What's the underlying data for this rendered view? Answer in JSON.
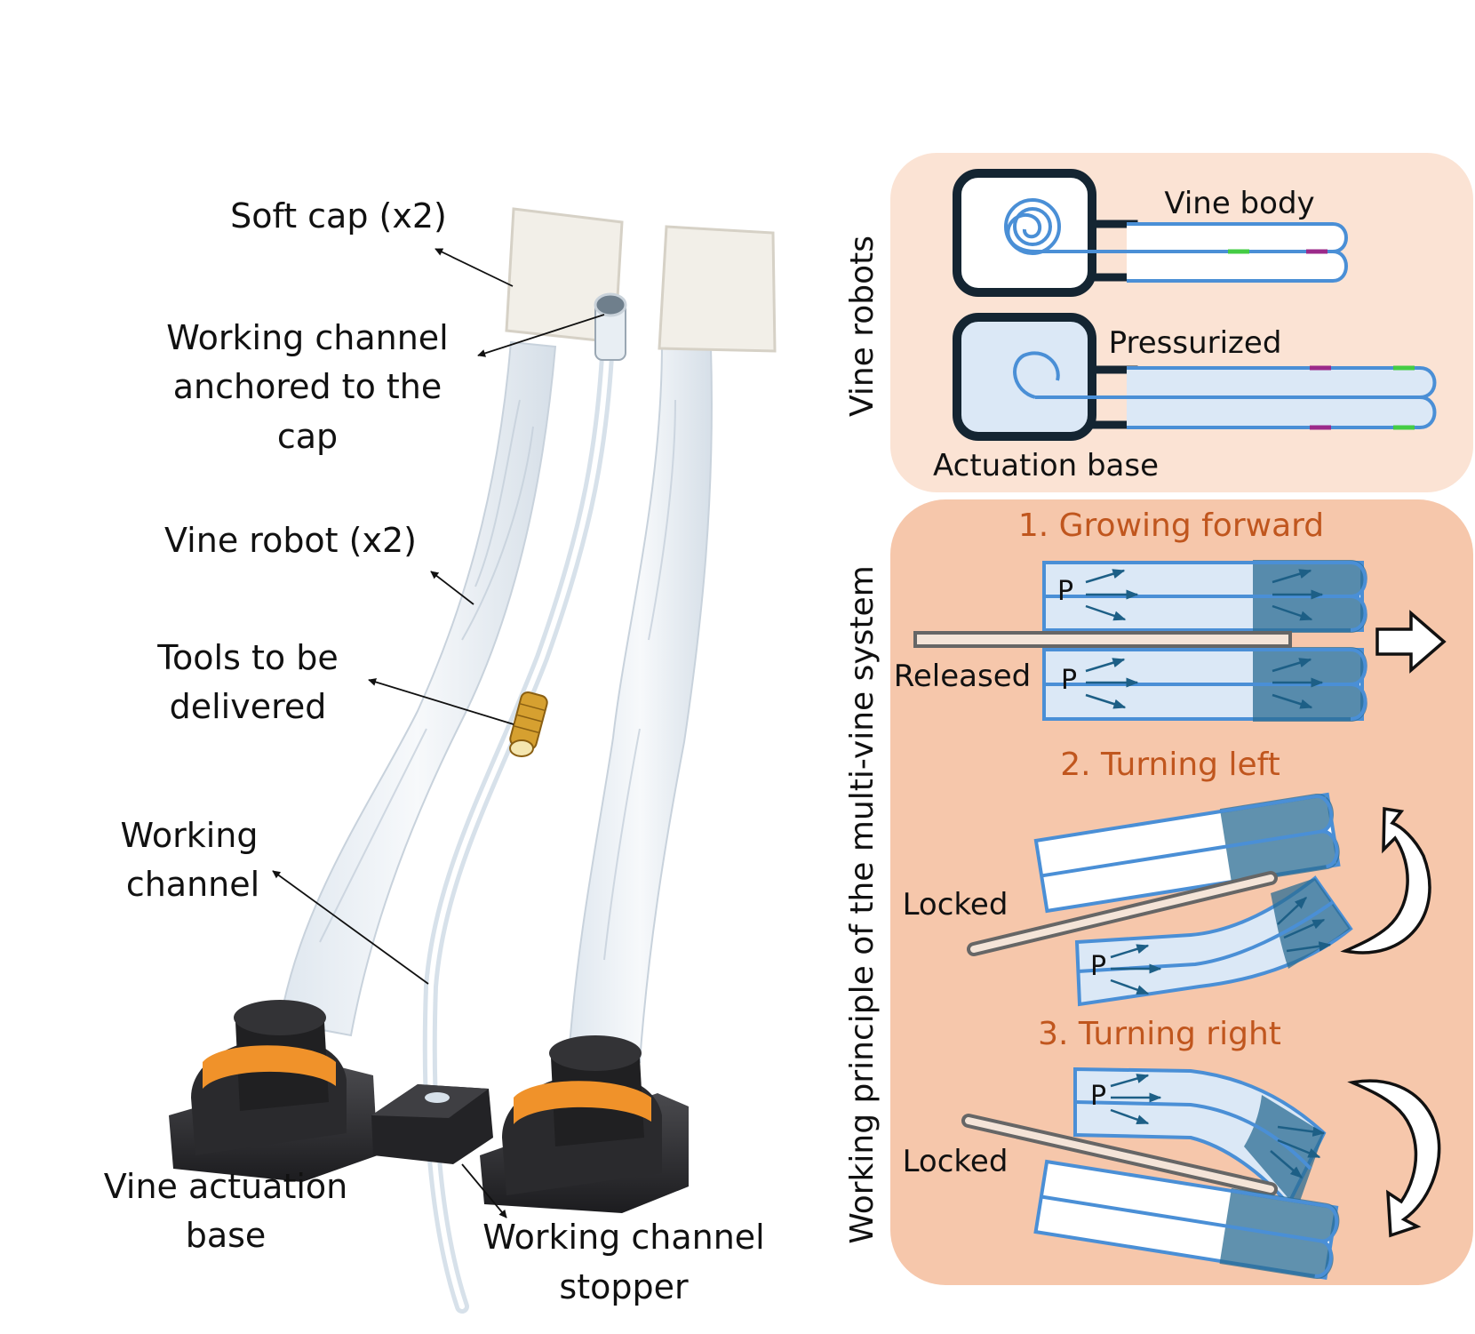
{
  "left_panel": {
    "callouts": {
      "soft_cap": "Soft cap (x2)",
      "anchored_line1": "Working channel",
      "anchored_line2": "anchored to the",
      "anchored_line3": "cap",
      "vine_robot": "Vine robot (x2)",
      "tools_line1": "Tools to be",
      "tools_line2": "delivered",
      "channel_line1": "Working",
      "channel_line2": "channel",
      "base_line1": "Vine actuation",
      "base_line2": "base",
      "stopper_line1": "Working channel",
      "stopper_line2": "stopper"
    }
  },
  "vine_robots_panel": {
    "side_title": "Vine robots",
    "vine_body": "Vine body",
    "pressurized": "Pressurized",
    "actuation_base": "Actuation base"
  },
  "principle_panel": {
    "side_title": "Working principle of the multi-vine system",
    "step1": "1. Growing forward",
    "step2": "2. Turning left",
    "step3": "3. Turning right",
    "released": "Released",
    "locked_a": "Locked",
    "locked_b": "Locked",
    "pressure_symbol": "P"
  },
  "colors": {
    "top_panel_bg": "#fbe3d4",
    "bottom_panel_bg": "#f6c7ab",
    "vine_outline": "#4a8fd6",
    "vine_fill": "#dbe8f6",
    "tip_shade": "#2b6c93",
    "step_title": "#c0561e",
    "marker_green": "#44cc44",
    "marker_magenta": "#9b2a8a"
  }
}
